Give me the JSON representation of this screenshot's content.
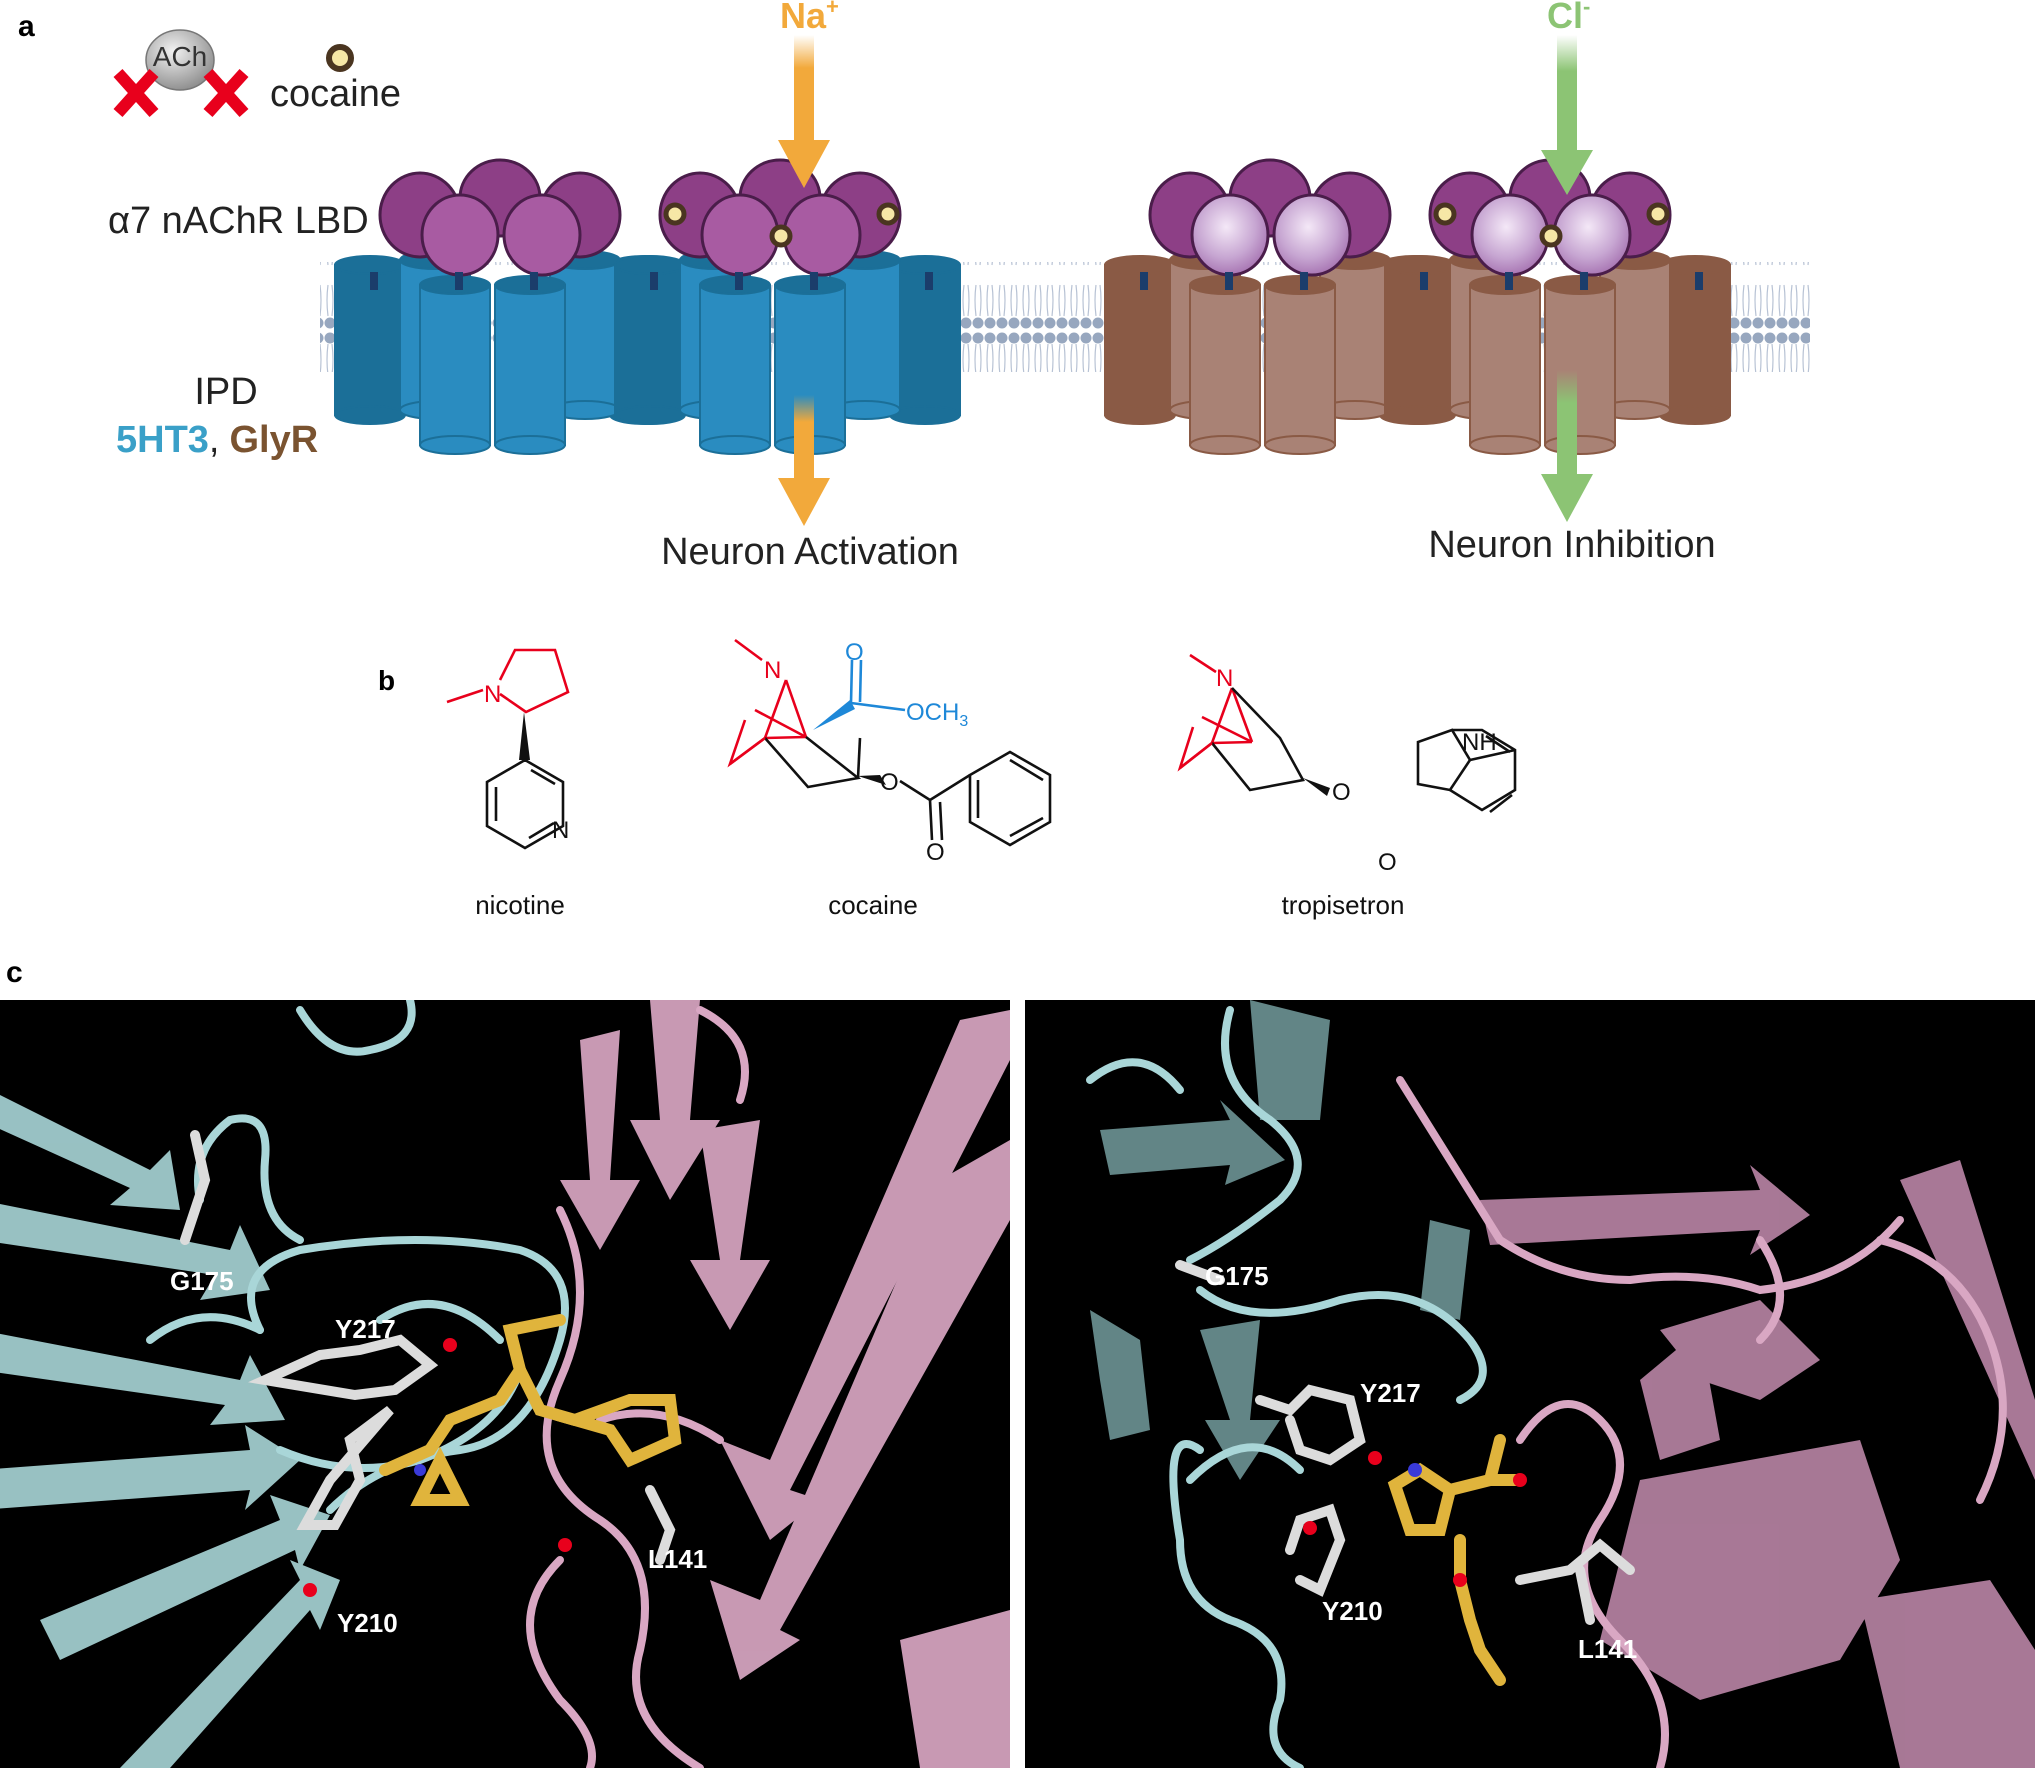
{
  "panel_a": {
    "label": "a",
    "ach_label": "ACh",
    "cocaine_label": "cocaine",
    "lbd_label": "α7 nAChR LBD",
    "ipd_label": "IPD",
    "ipd_5ht3": "5HT3",
    "ipd_comma": ",",
    "ipd_glyr": "GlyR",
    "na_label": "Na",
    "na_sup": "+",
    "cl_label": "Cl",
    "cl_sup": "-",
    "activation_label": "Neuron Activation",
    "inhibition_label": "Neuron Inhibition",
    "colors": {
      "na": "#f2a93b",
      "cl": "#8cc474",
      "x_mark": "#e8001c",
      "ht3": "#3aa0c8",
      "glyr": "#7a5330",
      "lbd_purple": "#8d3f86",
      "ht3_body": "#2a8cc0",
      "glyr_body": "#a98275"
    }
  },
  "panel_b": {
    "label": "b",
    "molecules": [
      "nicotine",
      "cocaine",
      "tropisetron"
    ],
    "atoms": {
      "N": "N",
      "O": "O",
      "OCH3": "OCH",
      "OCH3_sub": "3",
      "NH": "NH"
    }
  },
  "panel_c": {
    "label": "c",
    "left_residues": [
      "G175",
      "Y217",
      "Y210",
      "L141"
    ],
    "right_residues": [
      "G175",
      "Y217",
      "Y210",
      "L141"
    ],
    "colors": {
      "bg": "#000000",
      "cyan": "#a9d6d8",
      "pink": "#d9a7c3",
      "ligand": "#e0b43c",
      "stick": "#dcdcdc"
    }
  }
}
